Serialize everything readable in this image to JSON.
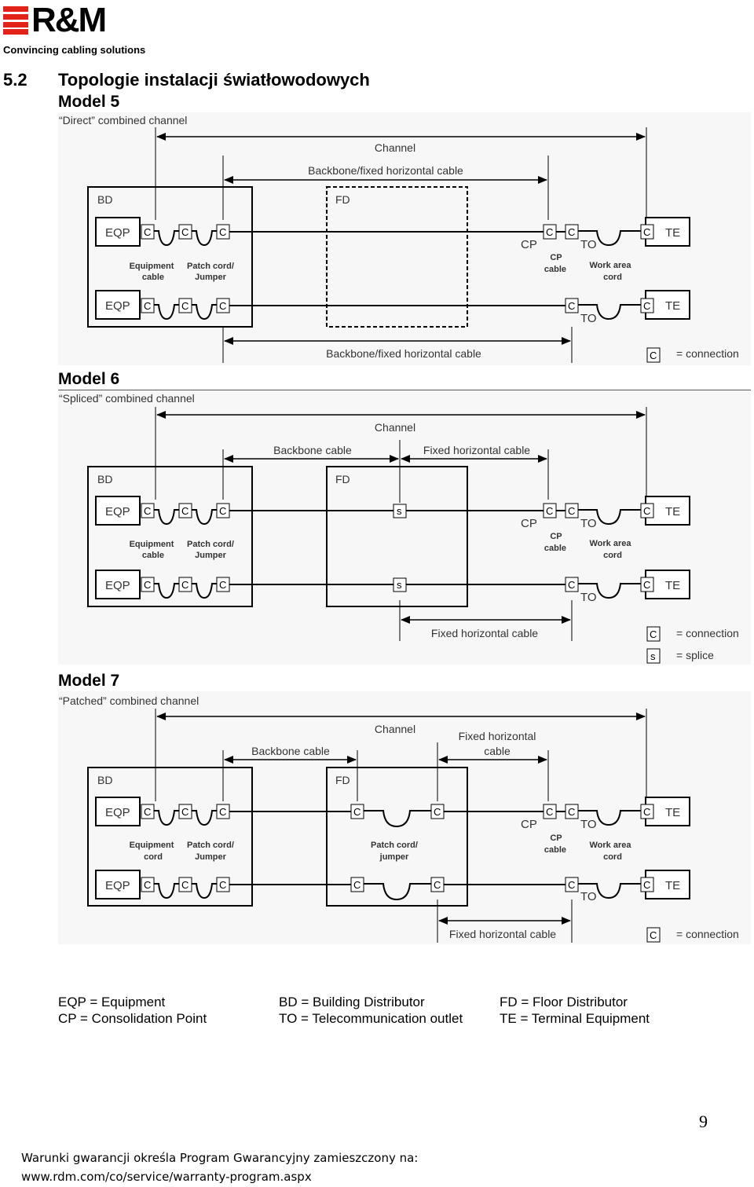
{
  "header": {
    "logo_text": "R&M",
    "tagline": "Convincing cabling solutions",
    "colors": {
      "brand_red": "#e2231a"
    }
  },
  "section": {
    "number": "5.2",
    "title": "Topologie instalacji światłowodowych"
  },
  "labels": {
    "bd": "BD",
    "fd": "FD",
    "eqp": "EQP",
    "te": "TE",
    "cp": "CP",
    "to": "TO",
    "c": "C",
    "s": "s",
    "channel": "Channel",
    "equipment": "Equipment",
    "cable": "cable",
    "cord": "cord",
    "patch_cord": "Patch cord/",
    "jumper_cap": "Jumper",
    "jumper_low": "jumper",
    "cp_cp": "CP",
    "cp_cable": "cable",
    "work_area": "Work area",
    "work_cord": "cord",
    "eq_connection": "= connection",
    "eq_splice": "= splice"
  },
  "models": [
    {
      "title": "Model 5",
      "subtitle": "“Direct” combined channel",
      "cable_top": "Backbone/fixed horizontal cable",
      "cable_bottom": "Backbone/fixed horizontal cable"
    },
    {
      "title": "Model 6",
      "subtitle": "“Spliced” combined channel",
      "backbone": "Backbone cable",
      "fixed": "Fixed horizontal cable",
      "fixed_bottom": "Fixed horizontal cable"
    },
    {
      "title": "Model 7",
      "subtitle": "“Patched” combined channel",
      "backbone": "Backbone cable",
      "fixed_1": "Fixed horizontal",
      "fixed_2": "cable",
      "fixed_bottom": "Fixed horizontal cable",
      "patch_1": "Patch cord/",
      "patch_2": "jumper"
    }
  ],
  "legend": [
    [
      "EQP = Equipment",
      "BD = Building Distributor",
      "FD = Floor Distributor"
    ],
    [
      "CP = Consolidation Point",
      "TO = Telecommunication outlet",
      "TE = Terminal Equipment"
    ]
  ],
  "page_number": "9",
  "footer": {
    "line1": "Warunki gwarancji określa Program Gwarancyjny zamieszczony na:",
    "line2": "www.rdm.com/co/service/warranty-program.aspx"
  }
}
